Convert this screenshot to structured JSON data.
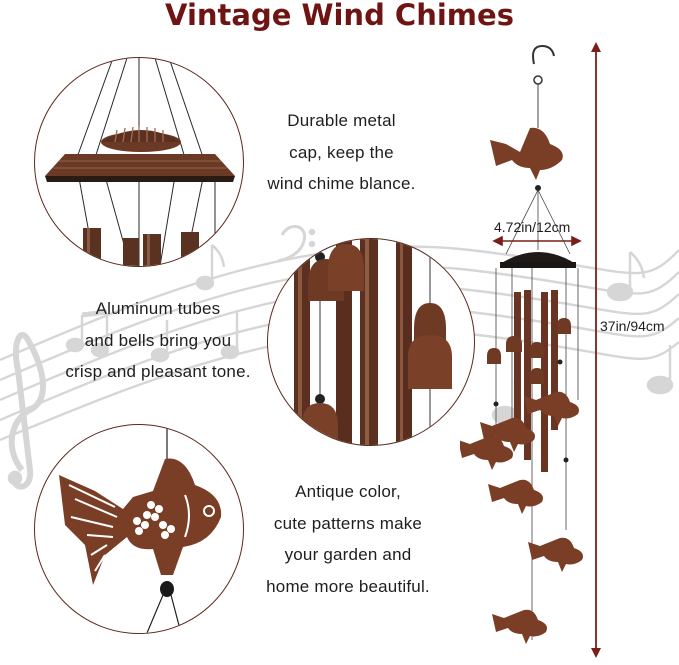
{
  "title": "Vintage Wind Chimes",
  "colors": {
    "title": "#6e1412",
    "copper": "#8a4a2e",
    "copper_dark": "#4a2418",
    "dimension_line": "#7a1e1a",
    "music_notes": "#d4d4d4",
    "text": "#1e1e1e"
  },
  "features": [
    {
      "image": "metal-cap-closeup",
      "lines": [
        "Durable metal",
        "cap, keep the",
        "wind chime blance."
      ]
    },
    {
      "image": "tubes-and-bells-closeup",
      "lines": [
        "Aluminum tubes",
        "and bells bring you",
        "crisp and pleasant tone."
      ]
    },
    {
      "image": "goldfish-pendant-closeup",
      "lines": [
        "Antique color,",
        "cute patterns make",
        "your garden and",
        "home more beautiful."
      ]
    }
  ],
  "dimensions": {
    "width_label": "4.72in/12cm",
    "height_label": "37in/94cm"
  }
}
